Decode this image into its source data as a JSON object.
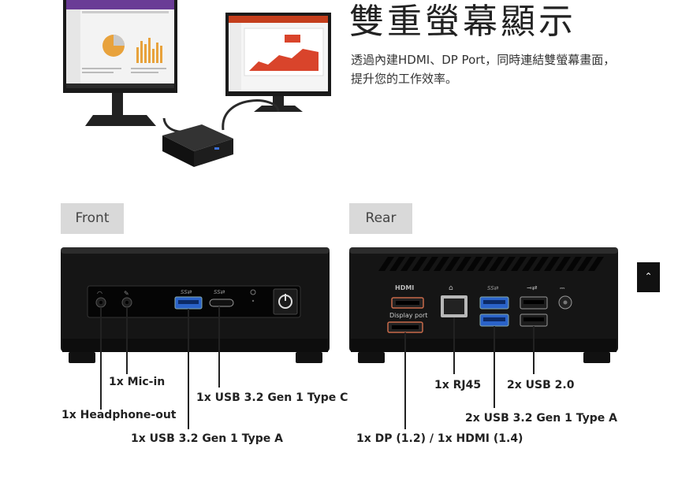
{
  "hero": {
    "title": "雙重螢幕顯示",
    "description": "透過內建HDMI、DP Port，同時連結雙螢幕畫面，提升您的工作效率。"
  },
  "tabs": {
    "front": "Front",
    "rear": "Rear"
  },
  "front_labels": {
    "mic_in": "1x Mic-in",
    "headphone_out": "1x Headphone-out",
    "usb_type_c": "1x USB 3.2 Gen 1 Type C",
    "usb_type_a": "1x USB 3.2 Gen 1 Type A"
  },
  "rear_labels": {
    "rj45": "1x RJ45",
    "usb2": "2x USB 2.0",
    "usb3_type_a": "2x USB 3.2 Gen 1 Type A",
    "dp_hdmi": "1x DP (1.2) / 1x HDMI (1.4)",
    "port_hdmi": "HDMI",
    "port_display_port": "Display port"
  },
  "scroll_top": {
    "icon": "chevron-up-icon"
  }
}
